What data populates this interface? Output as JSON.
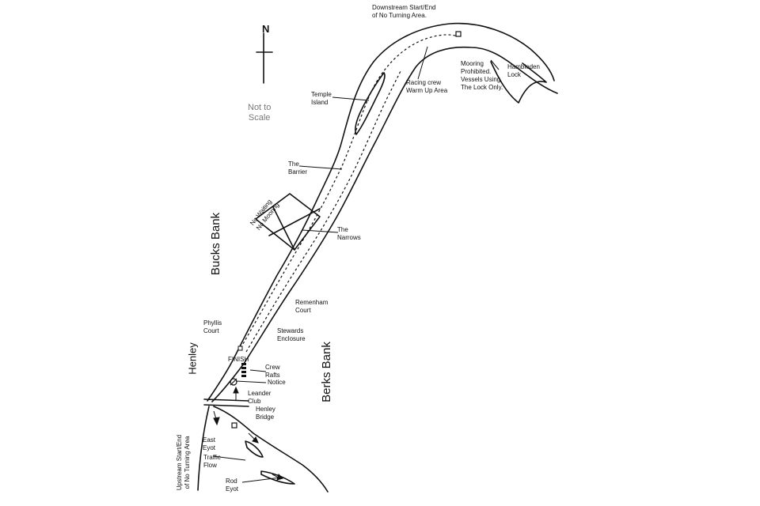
{
  "compass": {
    "north_label": "N",
    "scale_note": "Not to\nScale"
  },
  "banks": {
    "bucks": "Bucks Bank",
    "berks": "Berks Bank",
    "town": "Henley"
  },
  "labels": {
    "downstream_start_end": "Downstream Start/End\nof No Turning Area.",
    "racing_crew_warm_up": "Racing crew\nWarm Up Area",
    "mooring_prohibited": "Mooring\nProhibited.\nVessels Using\nThe Lock Only.",
    "hambleden_lock": "Hambleden\nLock",
    "temple_island": "Temple\nIsland",
    "the_barrier": "The\nBarrier",
    "no_waiting_no_mooring": "No Waiting\nNo Mooring",
    "the_narrows": "The\nNarrows",
    "remenham_court": "Remenham\nCourt",
    "phyllis_court": "Phyllis\nCourt",
    "stewards_enclosure": "Stewards\nEnclosure",
    "finish": "FINISH",
    "crew_rafts": "Crew\nRafts",
    "notice": "Notice",
    "leander_club": "Leander\nClub",
    "henley_bridge": "Henley\nBridge",
    "upstream_start_end": "Upstream Start/End\nof No Turning Area",
    "east_eyot": "East\nEyot",
    "traffic_flow": "Traffic\nFlow",
    "rod_eyot": "Rod\nEyot"
  }
}
